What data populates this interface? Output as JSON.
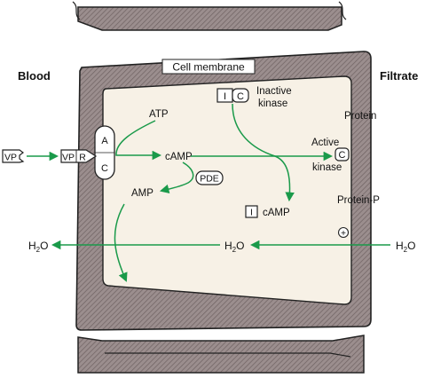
{
  "labels": {
    "blood": "Blood",
    "filtrate": "Filtrate",
    "cell_membrane": "Cell membrane",
    "atp": "ATP",
    "camp_center": "cAMP",
    "pde": "PDE",
    "amp": "AMP",
    "inactive": "Inactive",
    "kinase": "kinase",
    "protein": "Protein",
    "active": "Active",
    "active_kinase": "kinase",
    "c": "C",
    "i": "I",
    "camp_right": "cAMP",
    "protein_p": "Protein-P",
    "vp": "VP",
    "r": "R",
    "a": "A",
    "plus": "+"
  },
  "water": {
    "h2o_left": "H",
    "h2o_middle": "H",
    "h2o_right": "H",
    "subscript": "2",
    "o": "O"
  },
  "colors": {
    "arrow": "#1a9a4a",
    "membrane": "#8a7d7d",
    "cytoplasm": "#f7f1e6",
    "outline": "#222222"
  }
}
